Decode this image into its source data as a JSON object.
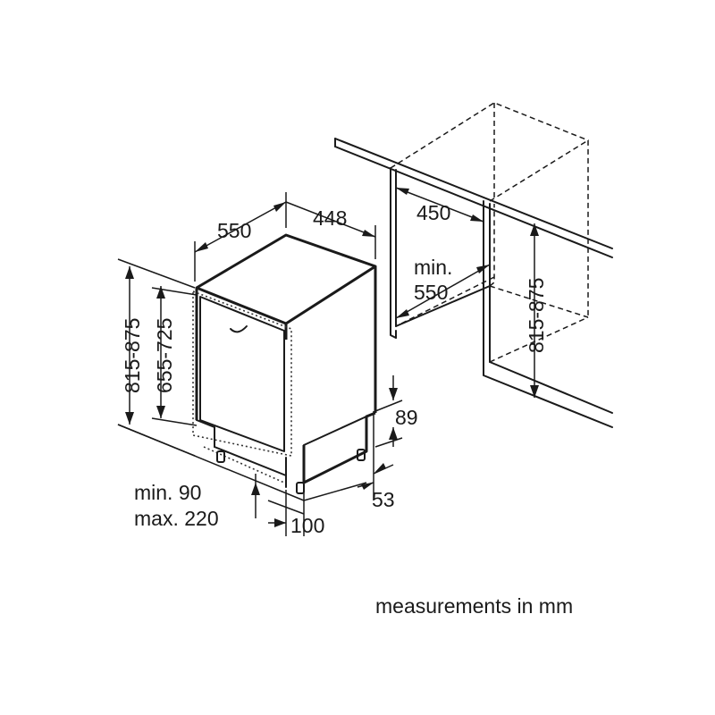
{
  "dimensions": {
    "depth_appliance": "550",
    "width_appliance": "448",
    "width_niche": "450",
    "depth_niche_line1": "min.",
    "depth_niche_line2": "550",
    "height_niche_left": "815-875",
    "height_door": "655-725",
    "height_niche_right": "815-875",
    "plinth_height": "89",
    "plinth_gap": "53",
    "plinth_min": "min. 90",
    "plinth_max": "max. 220",
    "plinth_depth": "100"
  },
  "footer": {
    "units_note": "measurements in mm"
  }
}
